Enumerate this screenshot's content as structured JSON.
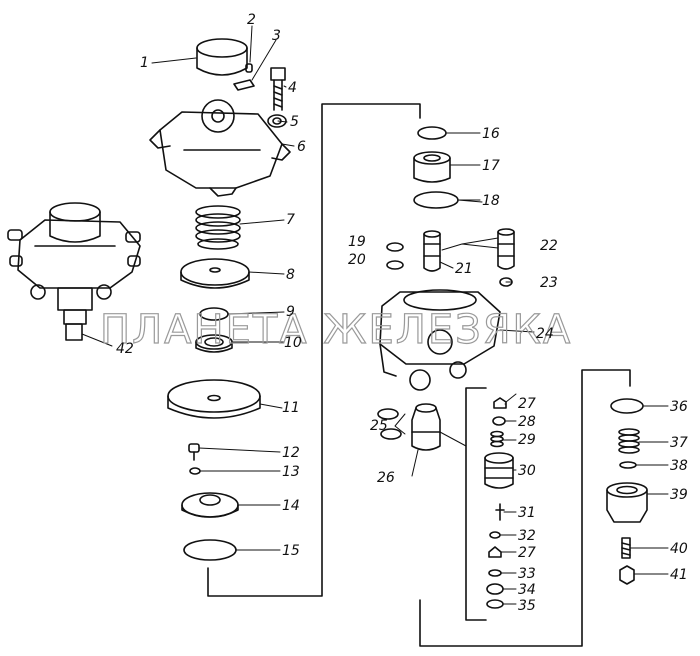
{
  "watermark": "ПЛАНЕТА ЖЕЛЕЗЯКА",
  "part_numbers": [
    "1",
    "2",
    "3",
    "4",
    "5",
    "6",
    "7",
    "8",
    "9",
    "10",
    "11",
    "12",
    "13",
    "14",
    "15",
    "16",
    "17",
    "18",
    "19",
    "20",
    "21",
    "22",
    "23",
    "24",
    "25",
    "26",
    "27",
    "28",
    "29",
    "30",
    "31",
    "32",
    "27",
    "33",
    "34",
    "35",
    "36",
    "37",
    "38",
    "39",
    "40",
    "41",
    "42"
  ]
}
